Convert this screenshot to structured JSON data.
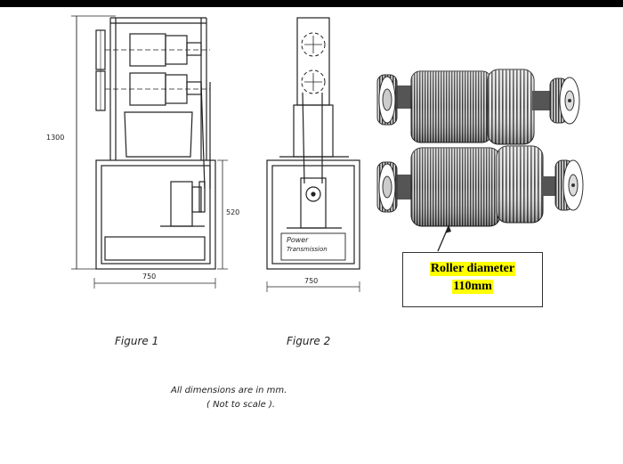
{
  "dimensions": {
    "height_total": "1300",
    "height_lower": "520",
    "width_fig1": "750",
    "width_fig2": "750"
  },
  "fig2_label": {
    "line1": "Power",
    "line2": "Transmission"
  },
  "captions": {
    "figure1": "Figure 1",
    "figure2": "Figure 2"
  },
  "notes": {
    "line1": "All dimensions are in mm.",
    "line2": "( Not to scale )."
  },
  "callout": {
    "line1": "Roller diameter",
    "line2": "110mm",
    "highlight_color": "#ffff00"
  }
}
